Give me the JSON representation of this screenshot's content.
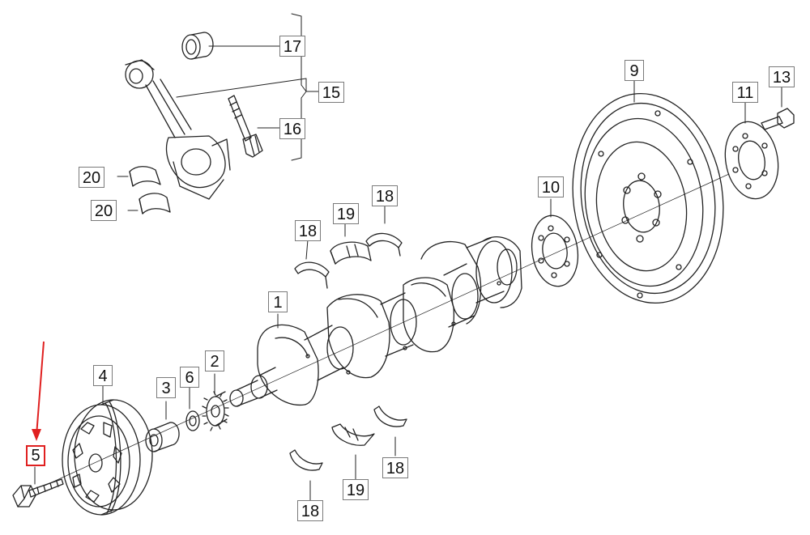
{
  "diagram": {
    "highlight_color": "#e02020",
    "line_color": "#222222",
    "labels": {
      "p1": "1",
      "p2": "2",
      "p3": "3",
      "p4": "4",
      "p5": "5",
      "p6": "6",
      "p9": "9",
      "p10": "10",
      "p11": "11",
      "p13": "13",
      "p15": "15",
      "p16": "16",
      "p17": "17",
      "p18a": "18",
      "p18b": "18",
      "p18c": "18",
      "p18d": "18",
      "p19a": "19",
      "p19b": "19",
      "p20a": "20",
      "p20b": "20"
    },
    "highlighted_part": "5"
  }
}
